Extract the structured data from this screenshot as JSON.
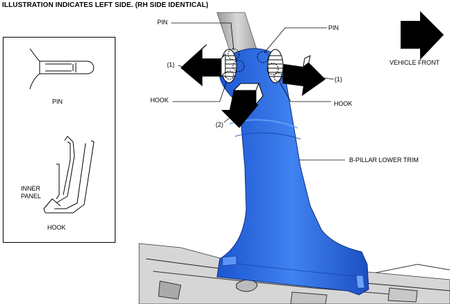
{
  "title": "ILLUSTRATION INDICATES LEFT SIDE. (RH SIDE IDENTICAL)",
  "labels": {
    "pin_left": "PIN",
    "pin_right": "PIN",
    "hook_left": "HOOK",
    "hook_right": "HOOK",
    "step1_left": "(1)",
    "step1_right": "(1)",
    "step2": "(2)",
    "vehicle_front": "VEHICLE FRONT",
    "b_pillar": "B-PILLAR LOWER TRIM"
  },
  "inset": {
    "pin_caption": "PIN",
    "inner_panel_line1": "INNER",
    "inner_panel_line2": "PANEL",
    "hook_caption": "HOOK"
  },
  "colors": {
    "trim_fill": "#2f6fe6",
    "trim_dark": "#1a4fc4",
    "trim_light": "#5a95f5",
    "arrow": "#000000",
    "pillar_grey": "#b8b8b8"
  }
}
